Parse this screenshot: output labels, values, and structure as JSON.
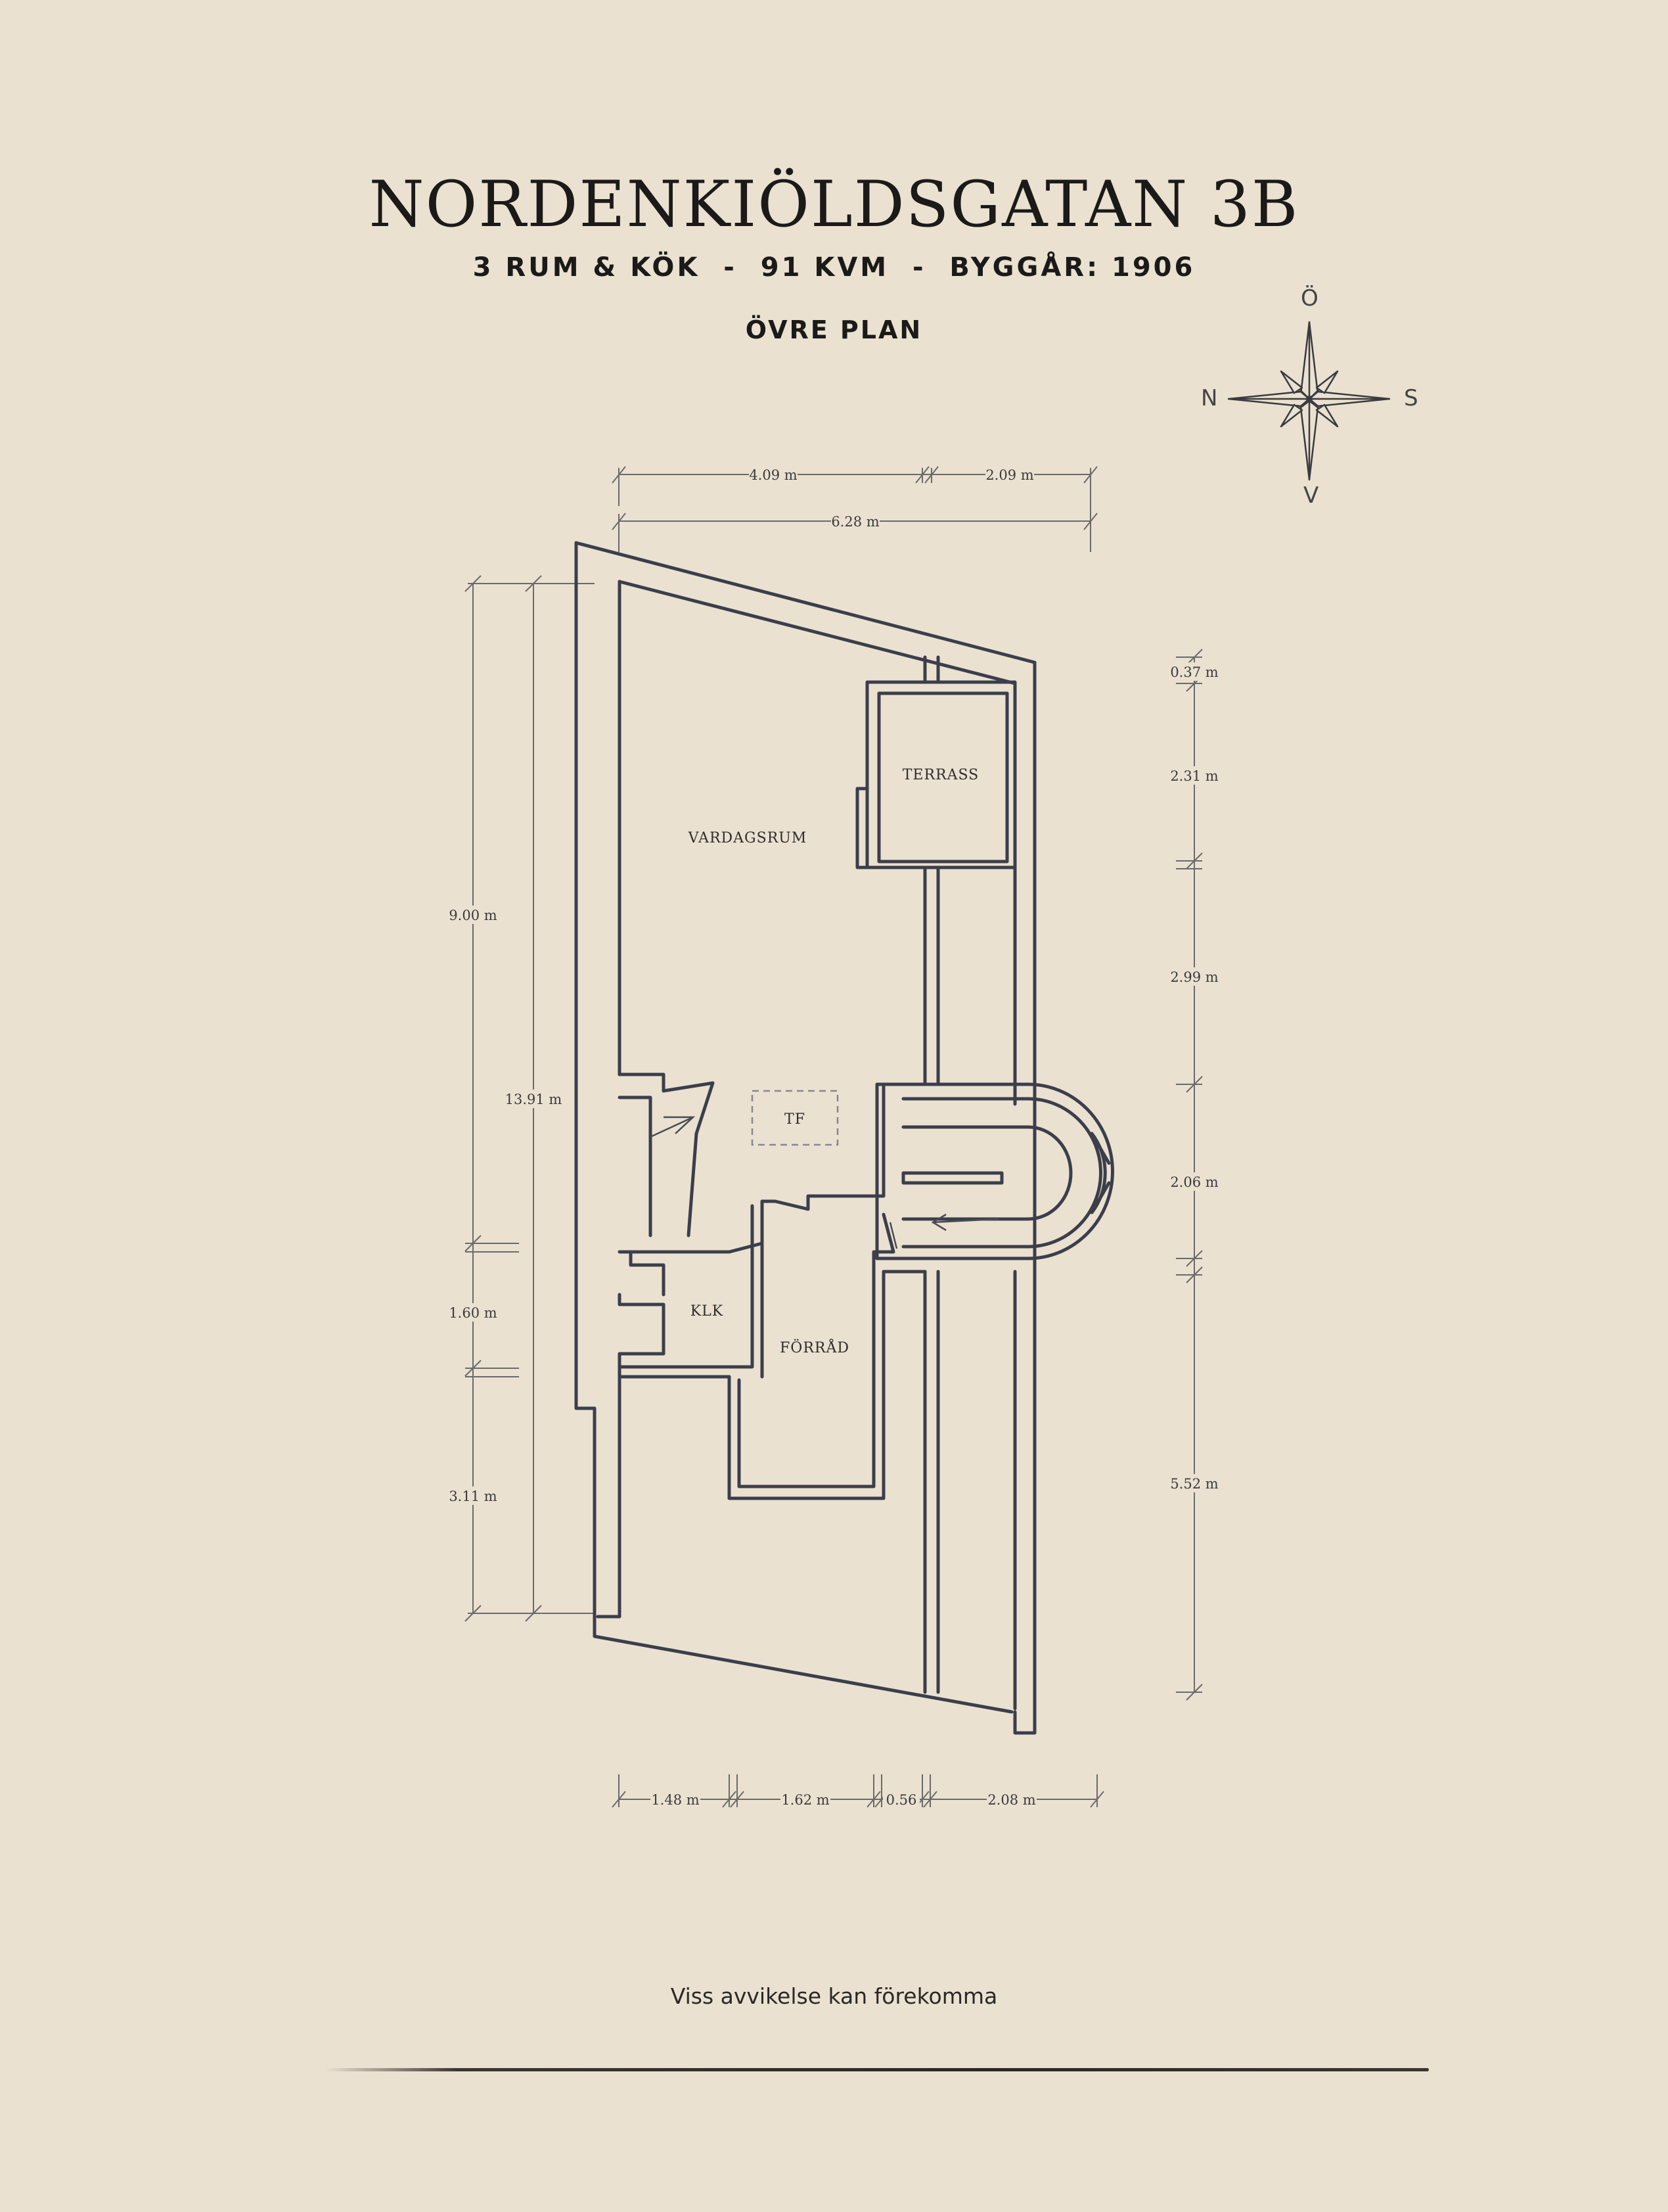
{
  "header": {
    "title": "NORDENKIÖLDSGATAN 3B",
    "subtitle": "3 RUM & KÖK  -  91 KVM  -  BYGGÅR: 1906",
    "level": "ÖVRE PLAN"
  },
  "compass": {
    "north": "N",
    "south": "S",
    "east": "Ö",
    "west": "V"
  },
  "rooms": {
    "living_room": "VARDAGSRUM",
    "terrace": "TERRASS",
    "tf": "TF",
    "closet": "KLK",
    "storage": "FÖRRÅD"
  },
  "dimensions": {
    "top_left": "4.09 m",
    "top_right": "2.09 m",
    "top_total": "6.28 m",
    "left_upper": "9.00 m",
    "left_total": "13.91 m",
    "left_middle": "1.60 m",
    "left_lower": "3.11 m",
    "right_1": "0.37 m",
    "right_2": "2.31 m",
    "right_3": "2.99 m",
    "right_4": "2.06 m",
    "right_5": "5.52 m",
    "bottom_1": "1.48 m",
    "bottom_2": "1.62 m",
    "bottom_3": "0.56",
    "bottom_4": "2.08 m"
  },
  "footer": {
    "disclaimer": "Viss avvikelse kan förekomma"
  },
  "colors": {
    "background": "#eae1d1",
    "ink": "#3c3e4a"
  }
}
